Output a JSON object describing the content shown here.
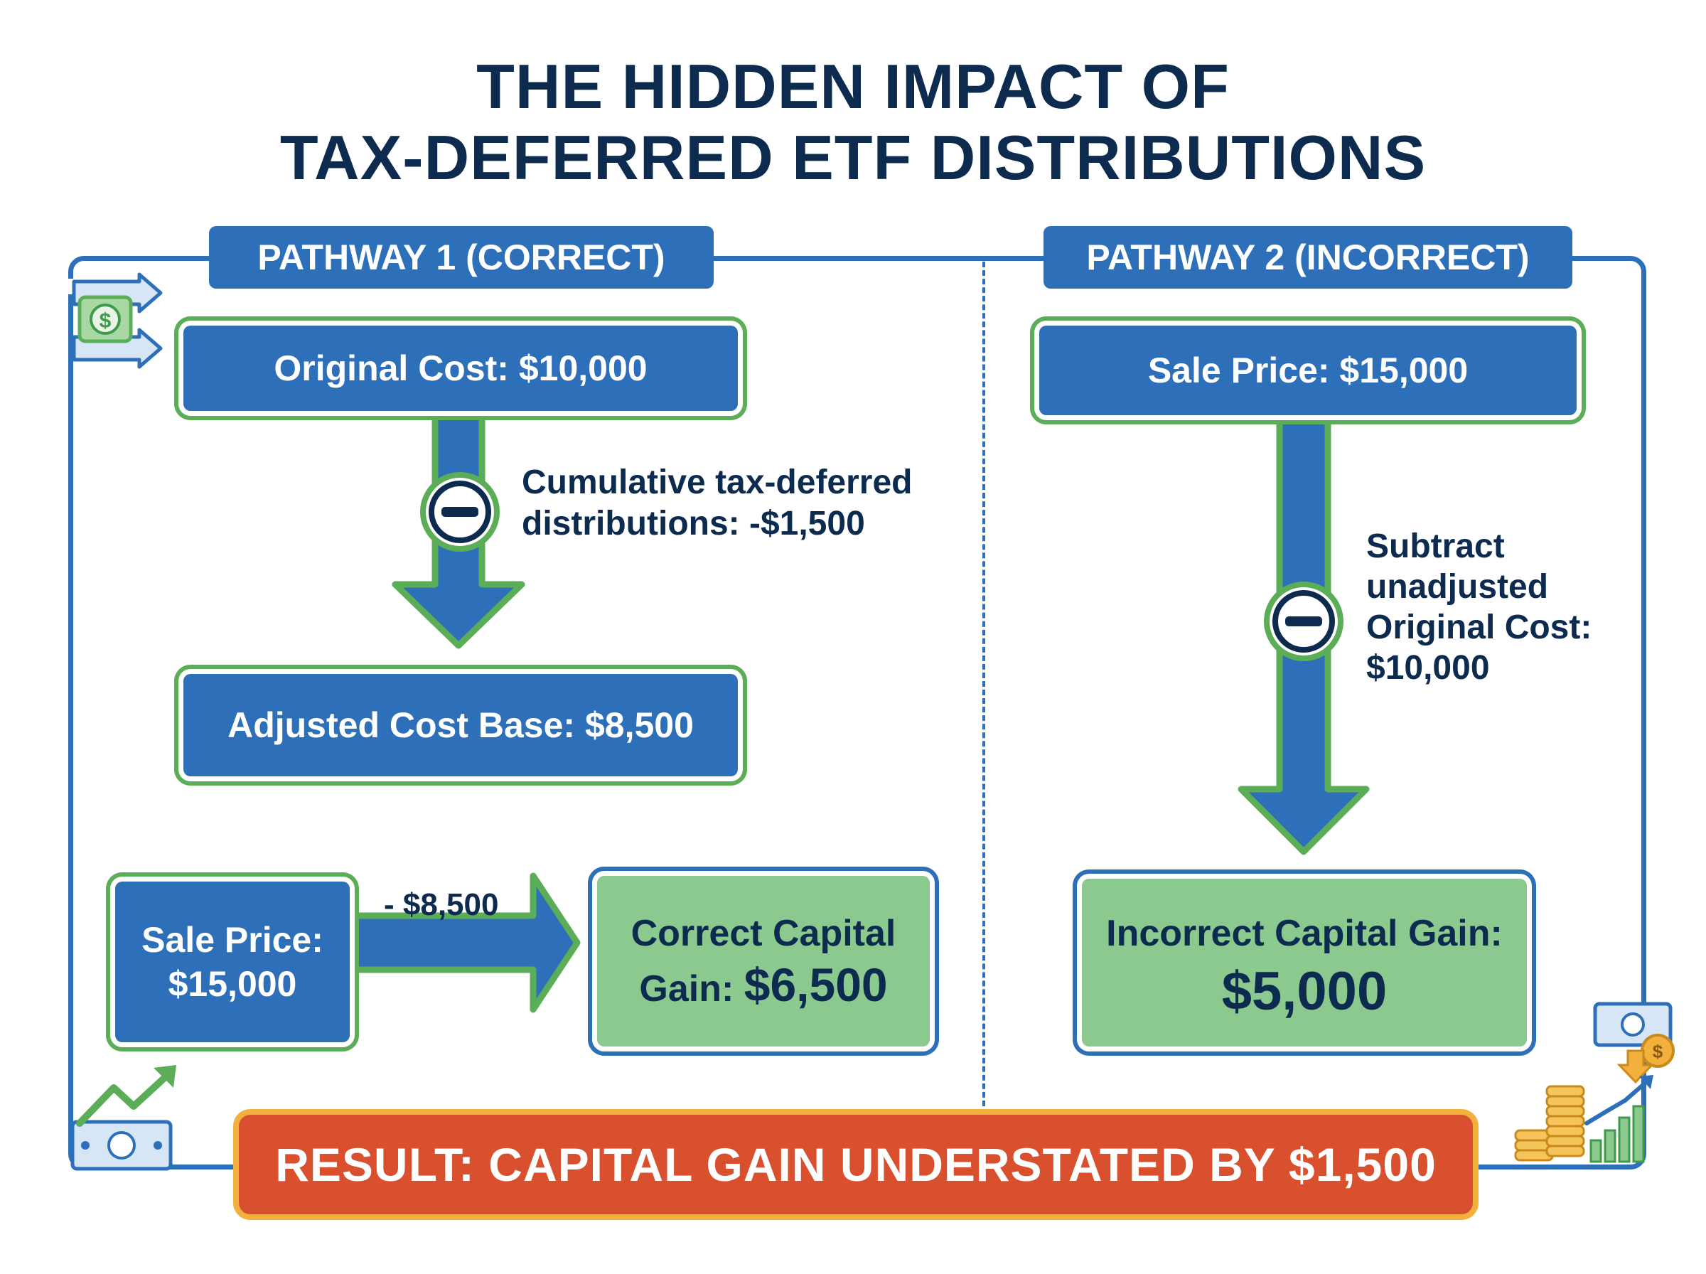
{
  "title": {
    "line1": "THE HIDDEN IMPACT OF",
    "line2": "TAX-DEFERRED ETF DISTRIBUTIONS"
  },
  "pathway1": {
    "tab": "PATHWAY 1 (CORRECT)",
    "original_cost": "Original Cost: $10,000",
    "distribution_note_line1": "Cumulative tax-deferred",
    "distribution_note_line2": "distributions: -$1,500",
    "adjusted_cost_base": "Adjusted Cost Base: $8,500",
    "sale_price_line1": "Sale Price:",
    "sale_price_line2": "$15,000",
    "subtract_label": "- $8,500",
    "gain_line1": "Correct Capital",
    "gain_line2_prefix": "Gain: ",
    "gain_value": "$6,500"
  },
  "pathway2": {
    "tab": "PATHWAY 2 (INCORRECT)",
    "sale_price": "Sale Price: $15,000",
    "note_line1": "Subtract",
    "note_line2": "unadjusted",
    "note_line3": "Original Cost:",
    "note_line4": "$10,000",
    "gain_label": "Incorrect Capital Gain:",
    "gain_value": "$5,000"
  },
  "result": "RESULT: CAPITAL GAIN UNDERSTATED BY $1,500",
  "colors": {
    "navy": "#0d2b4e",
    "blue": "#2d70b9",
    "green": "#5cad57",
    "light_green": "#8cc98f",
    "result_red": "#d9502f",
    "result_border": "#f2b13c"
  },
  "icons": [
    "money-transfer-icon",
    "minus-circle-icon",
    "banknote-growth-icon",
    "cash-exchange-icon",
    "coins-bar-chart-icon"
  ]
}
